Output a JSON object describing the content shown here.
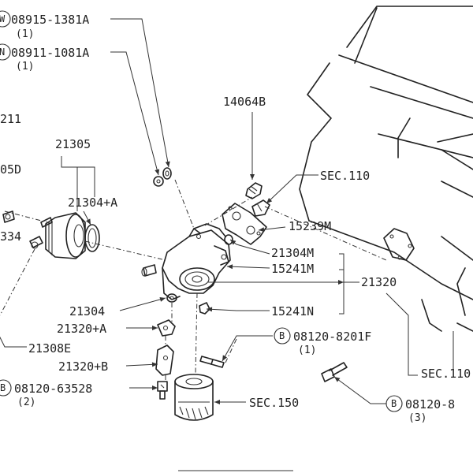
{
  "diagram": {
    "callouts": {
      "w_bolt": {
        "code": "08915-1381A",
        "qty": "(1)",
        "circle": "W"
      },
      "n_nut": {
        "code": "08911-1081A",
        "qty": "(1)",
        "circle": "N"
      },
      "p21211": "211",
      "p05d": "05D",
      "p21305": "21305",
      "p21304a": "21304+A",
      "p334": "334",
      "p14064b": "14064B",
      "sec110_top": "SEC.110",
      "p15239m": "15239M",
      "p21304m": "21304M",
      "p15241m": "15241M",
      "p21320": "21320",
      "p21304": "21304",
      "p15241n": "15241N",
      "p21320a": "21320+A",
      "p21308e": "21308E",
      "b_bolt_8201": {
        "code": "08120-8201F",
        "qty": "(1)",
        "circle": "B"
      },
      "p21320b": "21320+B",
      "sec110_right": "SEC.110",
      "b_bolt_63528": {
        "code": "08120-63528",
        "qty": "(2)",
        "circle": "B"
      },
      "sec150": "SEC.150",
      "b_bolt_8_right": {
        "code": "08120-8",
        "qty": "(3)",
        "circle": "B"
      }
    }
  }
}
